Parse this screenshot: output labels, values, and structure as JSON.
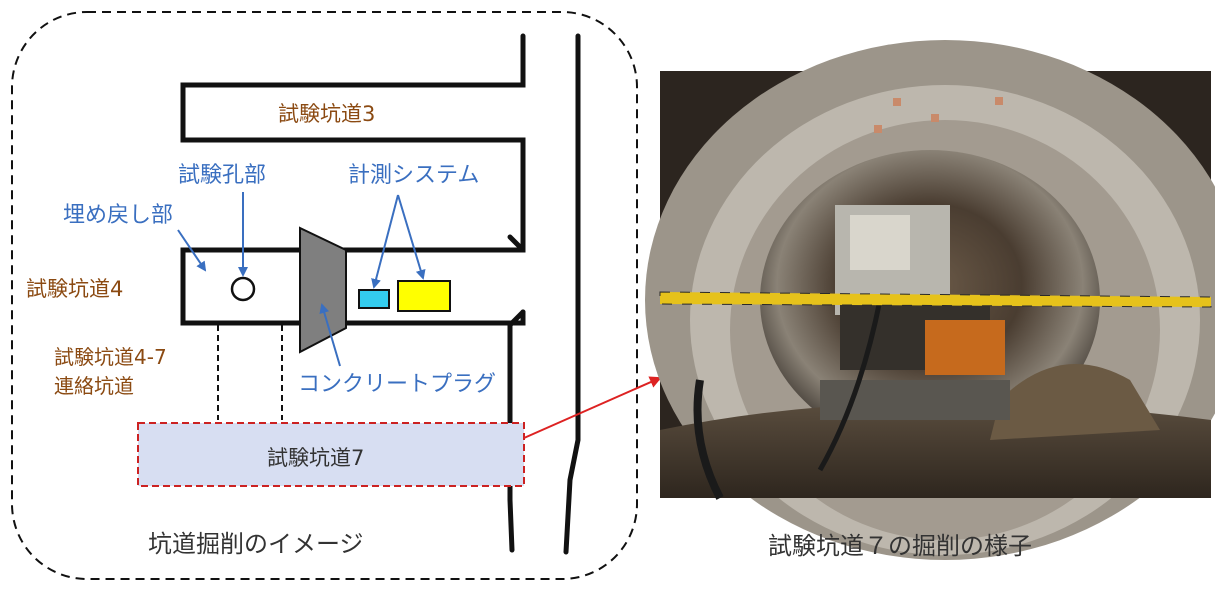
{
  "diagram": {
    "caption": "坑道掘削のイメージ",
    "labels": {
      "tunnel3": "試験坑道3",
      "tunnel4": "試験坑道4",
      "tunnel47_line1": "試験坑道4-7",
      "tunnel47_line2": "連絡坑道",
      "tunnel7": "試験坑道7",
      "test_hole": "試験孔部",
      "backfill": "埋め戻し部",
      "measurement": "計測システム",
      "plug": "コンクリートプラグ"
    }
  },
  "photo": {
    "caption": "試験坑道７の掘削の様子"
  },
  "colors": {
    "tunnel_label": "#8b4a12",
    "callout_label": "#3a6fc0",
    "plug": "#7f7f7f",
    "sensor_small": "#33ccee",
    "sensor_large": "#ffff00",
    "tunnel7_fill": "#d7def2",
    "tunnel7_border": "#cc2222",
    "arrow": "#dd2222"
  }
}
